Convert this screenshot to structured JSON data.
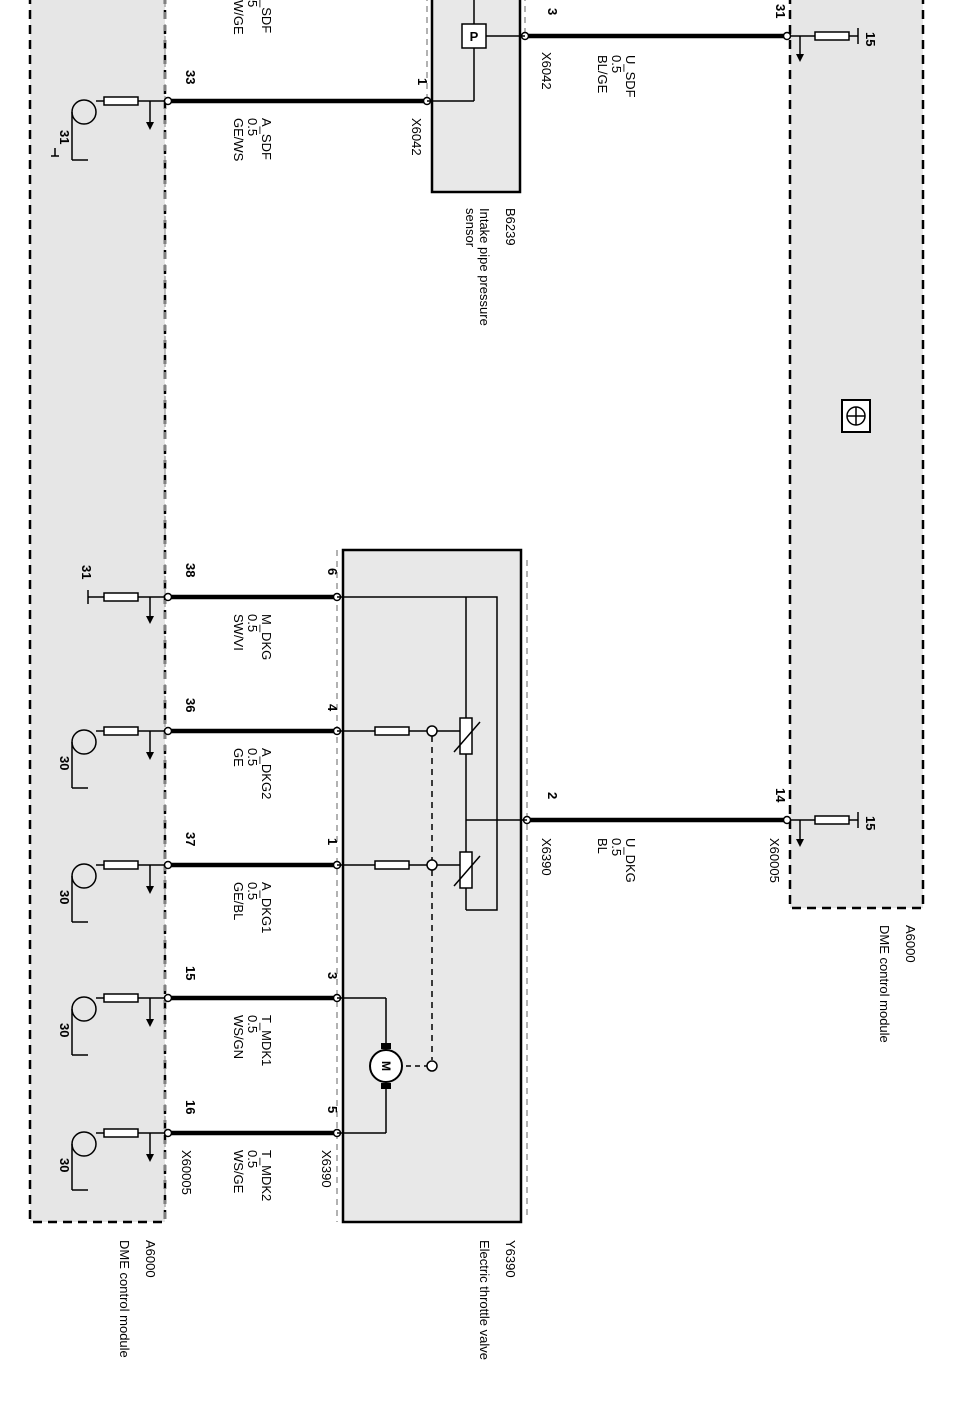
{
  "modules": {
    "dme_left": {
      "id": "A6000",
      "name": "DME control module"
    },
    "dme_right": {
      "id": "A6000",
      "name": "DME control module"
    },
    "sensor": {
      "id": "B6239",
      "name_line1": "Intake pipe pressure",
      "name_line2": "sensor",
      "symbol": "P"
    },
    "throttle": {
      "id": "Y6390",
      "name": "Electric throttle valve",
      "motor_symbol": "M"
    }
  },
  "connectors": {
    "sensor": "X6042",
    "throttle": "X6390",
    "dme": "X60005"
  },
  "wires": {
    "top_partial": {
      "signal": "_SDF",
      "size": "5",
      "color": "W/GE"
    },
    "a_sdf": {
      "dme_pin": "33",
      "dev_pin": "1",
      "signal": "A_SDF",
      "size": "0.5",
      "color": "GE/WS"
    },
    "u_sdf": {
      "dme_pin": "31",
      "dev_pin": "3",
      "signal": "U_SDF",
      "size": "0.5",
      "color": "BL/GE"
    },
    "m_dkg": {
      "dme_pin": "38",
      "dev_pin": "6",
      "signal": "M_DKG",
      "size": "0.5",
      "color": "SW/VI"
    },
    "a_dkg2": {
      "dme_pin": "36",
      "dev_pin": "4",
      "signal": "A_DKG2",
      "size": "0.5",
      "color": "GE"
    },
    "a_dkg1": {
      "dme_pin": "37",
      "dev_pin": "1",
      "signal": "A_DKG1",
      "size": "0.5",
      "color": "GE/BL"
    },
    "t_mdk1": {
      "dme_pin": "15",
      "dev_pin": "3",
      "signal": "T_MDK1",
      "size": "0.5",
      "color": "WS/GN"
    },
    "t_mdk2": {
      "dme_pin": "16",
      "dev_pin": "5",
      "signal": "T_MDK2",
      "size": "0.5",
      "color": "WS/GE"
    },
    "u_dkg": {
      "dme_pin": "14",
      "dev_pin": "2",
      "signal": "U_DKG",
      "size": "0.5",
      "color": "BL"
    }
  },
  "supply": {
    "t31": "31",
    "t30": "30",
    "t15": "15"
  },
  "icons": [
    "transistor-icon",
    "resistor-icon",
    "motor-icon",
    "pressure-sensor-icon",
    "ground-arrow-icon",
    "dme-symbol-icon"
  ]
}
